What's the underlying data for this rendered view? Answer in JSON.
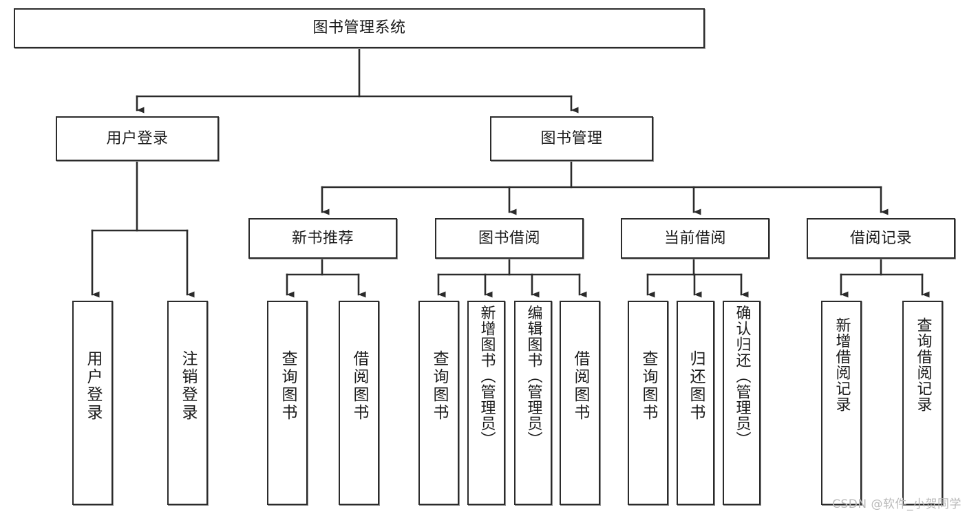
{
  "diagram": {
    "title": "图书管理系统",
    "watermark": "CSDN @软件_小贺同学",
    "colors": {
      "stroke": "#2b2b2b",
      "fill": "#ffffff",
      "text": "#1b1b1b",
      "watermark": "#b9b9b9"
    },
    "levels": {
      "root": {
        "label": "图书管理系统"
      },
      "level2": [
        {
          "id": "user-login",
          "label": "用户登录"
        },
        {
          "id": "book-management",
          "label": "图书管理"
        }
      ],
      "level3": [
        {
          "id": "new-book-recommend",
          "label": "新书推荐"
        },
        {
          "id": "book-borrow",
          "label": "图书借阅"
        },
        {
          "id": "current-borrow",
          "label": "当前借阅"
        },
        {
          "id": "borrow-record",
          "label": "借阅记录"
        }
      ],
      "leaves": {
        "user_login": [
          {
            "id": "leaf-user-login",
            "label": "用户登录"
          },
          {
            "id": "leaf-logout-login",
            "label": "注销登录"
          }
        ],
        "new_book_recommend": [
          {
            "id": "leaf-query-book-1",
            "label": "查询图书"
          },
          {
            "id": "leaf-borrow-book-1",
            "label": "借阅图书"
          }
        ],
        "book_borrow": [
          {
            "id": "leaf-query-book-2",
            "label": "查询图书"
          },
          {
            "id": "leaf-add-book-admin",
            "label": "新增图书（管理员）"
          },
          {
            "id": "leaf-edit-book-admin",
            "label": "编辑图书（管理员）"
          },
          {
            "id": "leaf-borrow-book-2",
            "label": "借阅图书"
          }
        ],
        "current_borrow": [
          {
            "id": "leaf-query-book-3",
            "label": "查询图书"
          },
          {
            "id": "leaf-return-book",
            "label": "归还图书"
          },
          {
            "id": "leaf-confirm-return-admin",
            "label": "确认归还（管理员）"
          }
        ],
        "borrow_record": [
          {
            "id": "leaf-add-borrow-record",
            "label": "新增借阅记录"
          },
          {
            "id": "leaf-query-borrow-record",
            "label": "查询借阅记录"
          }
        ]
      }
    }
  }
}
